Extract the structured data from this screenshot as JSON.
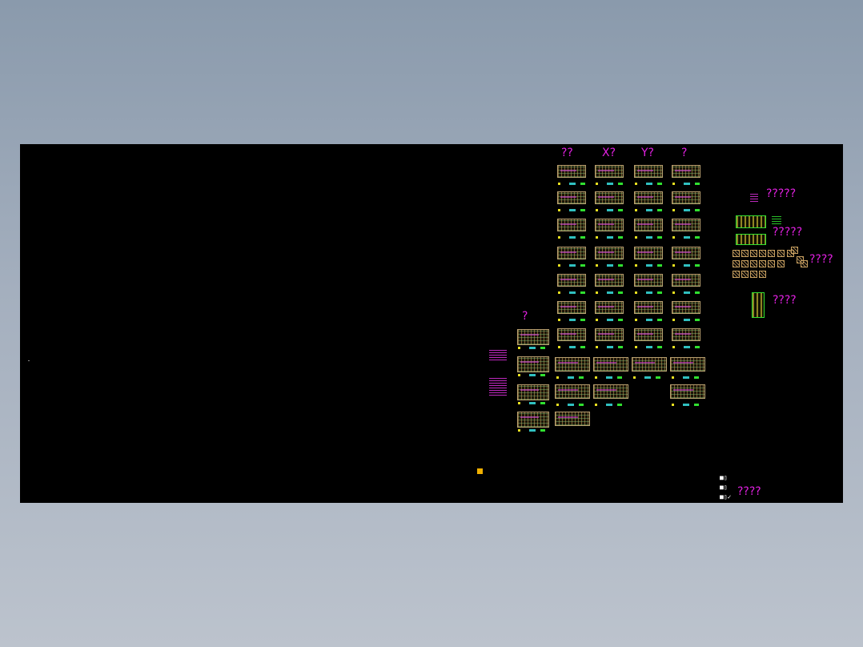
{
  "columns": [
    {
      "label": "??"
    },
    {
      "label": "X?"
    },
    {
      "label": "Y?"
    },
    {
      "label": "?"
    }
  ],
  "left_column_label": "?",
  "right_labels": [
    {
      "label": "?????"
    },
    {
      "label": "?????"
    },
    {
      "label": "????"
    },
    {
      "label": "????"
    }
  ],
  "legend": {
    "label": "????",
    "items": [
      "UCS",
      "X",
      "Y"
    ]
  },
  "colors": {
    "background": "#000000",
    "label": "#e020e0",
    "sheet": "#b8a070",
    "tag_green": "#30e030"
  }
}
